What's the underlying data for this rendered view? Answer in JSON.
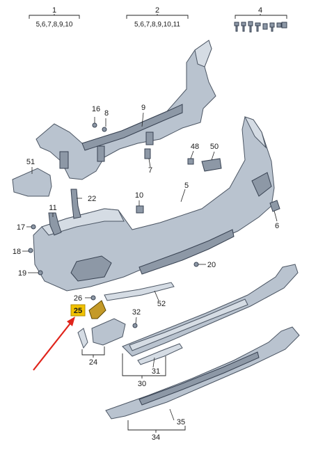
{
  "callouts": {
    "c1": "1",
    "c1_sub": "5,6,7,8,9,10",
    "c2": "2",
    "c2_sub": "5,6,7,8,9,10,11",
    "c4": "4",
    "c5": "5",
    "c6": "6",
    "c7": "7",
    "c8": "8",
    "c9": "9",
    "c10": "10",
    "c11": "11",
    "c16": "16",
    "c17": "17",
    "c18": "18",
    "c19": "19",
    "c20": "20",
    "c22": "22",
    "c24": "24",
    "c25": "25",
    "c26": "26",
    "c30": "30",
    "c31": "31",
    "c32": "32",
    "c34": "34",
    "c35": "35",
    "c48": "48",
    "c50": "50",
    "c51": "51",
    "c52": "52"
  },
  "colors": {
    "highlight_box": "#f2c200",
    "arrow": "#e0241b"
  }
}
